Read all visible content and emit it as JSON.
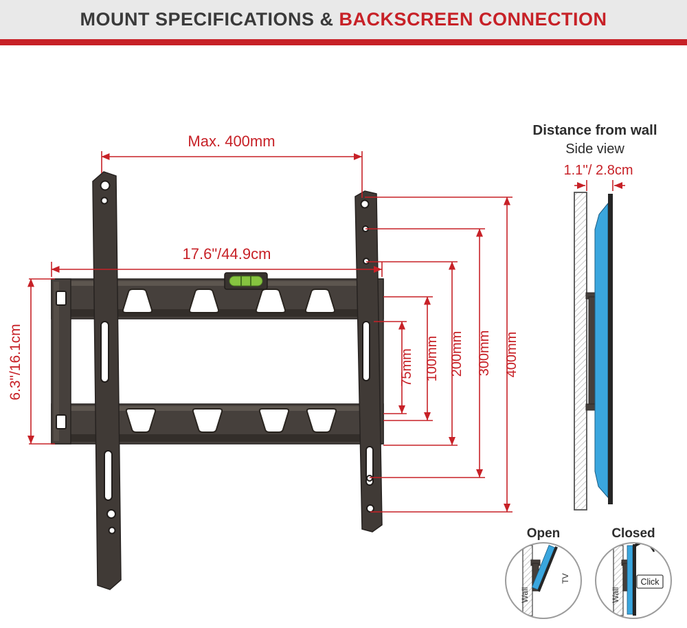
{
  "header": {
    "title_dark": "MOUNT SPECIFICATIONS & ",
    "title_red": "BACKSCREEN CONNECTION"
  },
  "colors": {
    "accent_red": "#c72127",
    "mount_gray": "#46403c",
    "tv_blue": "#3aa6de",
    "level_green": "#86c440",
    "header_bg": "#e9e9e9"
  },
  "front_view": {
    "dim_max_width": "Max. 400mm",
    "dim_plate_width": "17.6\"/44.9cm",
    "dim_plate_height": "6.3\"/16.1cm",
    "vesa_dims": [
      "75mm",
      "100mm",
      "200mm",
      "300mm",
      "400mm"
    ]
  },
  "side_view": {
    "title": "Distance from wall",
    "subtitle": "Side view",
    "dim_distance": "1.1''/ 2.8cm"
  },
  "details": {
    "open": {
      "label": "Open",
      "wall": "Wall",
      "tv": "TV"
    },
    "closed": {
      "label": "Closed",
      "wall": "Wall",
      "click": "Click"
    }
  }
}
